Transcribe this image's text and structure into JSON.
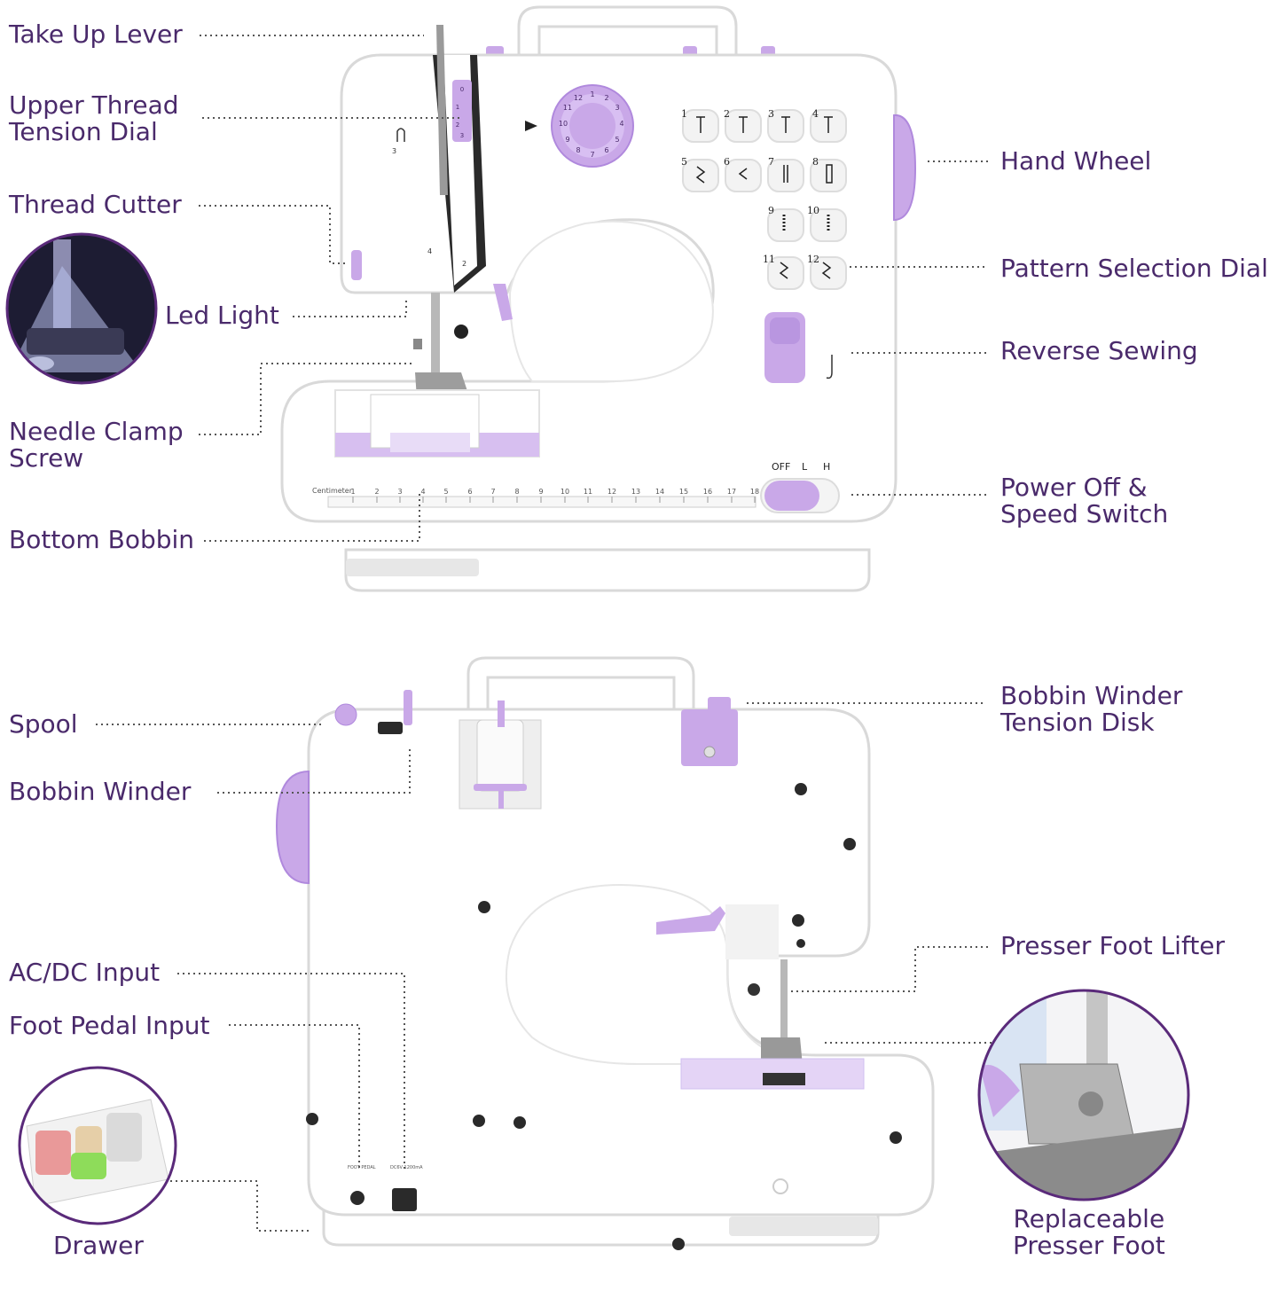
{
  "colors": {
    "accent": "#c9a8e8",
    "accent_dark": "#9b6fd0",
    "label": "#4a2a6b",
    "body": "#ffffff",
    "outline": "#d9d9d9",
    "circle_border": "#5a2a7a"
  },
  "labels": {
    "take_up_lever": "Take Up Lever",
    "upper_thread_tension_dial": "Upper Thread\nTension Dial",
    "thread_cutter": "Thread Cutter",
    "led_light": "Led Light",
    "needle_clamp_screw": "Needle Clamp\nScrew",
    "bottom_bobbin": "Bottom Bobbin",
    "hand_wheel": "Hand Wheel",
    "pattern_selection_dial": "Pattern Selection Dial",
    "reverse_sewing": "Reverse Sewing",
    "power_off_speed_switch": "Power Off &\nSpeed Switch",
    "spool": "Spool",
    "bobbin_winder": "Bobbin Winder",
    "ac_dc_input": "AC/DC Input",
    "foot_pedal_input": "Foot Pedal Input",
    "drawer": "Drawer",
    "bobbin_winder_tension_disk": "Bobbin Winder\nTension Disk",
    "presser_foot_lifter": "Presser Foot Lifter",
    "replaceable_presser_foot": "Replaceable\nPresser Foot"
  },
  "machine": {
    "ruler_title": "Centimeter",
    "ruler_numbers": [
      "1",
      "2",
      "3",
      "4",
      "5",
      "6",
      "7",
      "8",
      "9",
      "10",
      "11",
      "12",
      "13",
      "14",
      "15",
      "16",
      "17",
      "18"
    ],
    "switch_labels": [
      "OFF",
      "L",
      "H"
    ],
    "pattern_numbers": [
      "1",
      "2",
      "3",
      "4",
      "5",
      "6",
      "7",
      "8",
      "9",
      "10",
      "11",
      "12"
    ],
    "dial_numbers": [
      "1",
      "2",
      "3",
      "4",
      "5",
      "6",
      "7",
      "8",
      "9",
      "10",
      "11",
      "12"
    ],
    "tension_numbers": [
      "0",
      "1",
      "2",
      "3"
    ],
    "guide_numbers": [
      "3",
      "4",
      "2"
    ],
    "back_port_labels": [
      "FOOT PEDAL",
      "DC6V 1200mA"
    ]
  }
}
